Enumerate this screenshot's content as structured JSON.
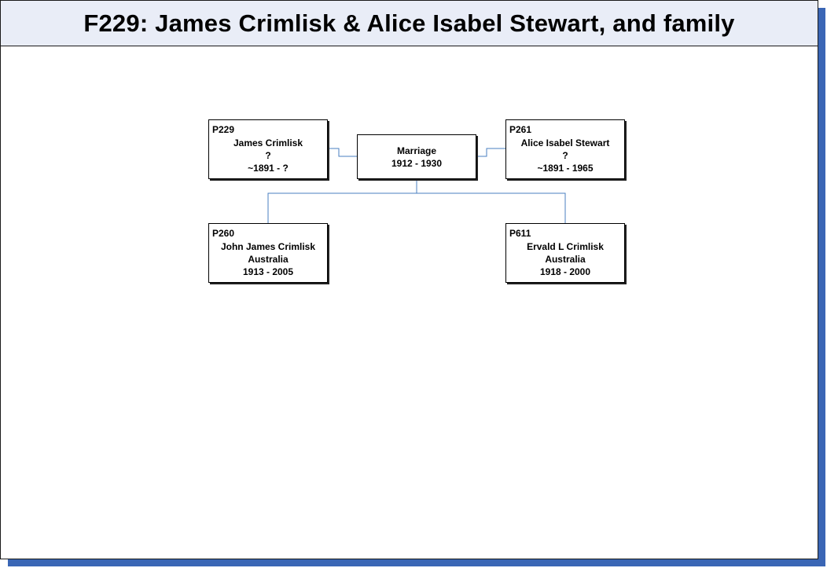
{
  "title": "F229: James Crimlisk & Alice Isabel Stewart, and family",
  "colors": {
    "connector": "#4a7fc1",
    "shadow": "#3a66b5",
    "title_bg": "#e9edf7"
  },
  "parents": [
    {
      "id": "P229",
      "name": "James Crimlisk",
      "place": "?",
      "dates": "~1891 - ?"
    },
    {
      "id": "P261",
      "name": "Alice Isabel Stewart",
      "place": "?",
      "dates": "~1891 - 1965"
    }
  ],
  "marriage": {
    "label": "Marriage",
    "dates": "1912 - 1930"
  },
  "children": [
    {
      "id": "P260",
      "name": "John James Crimlisk",
      "place": "Australia",
      "dates": "1913 - 2005"
    },
    {
      "id": "P611",
      "name": "Ervald L Crimlisk",
      "place": "Australia",
      "dates": "1918 - 2000"
    }
  ]
}
